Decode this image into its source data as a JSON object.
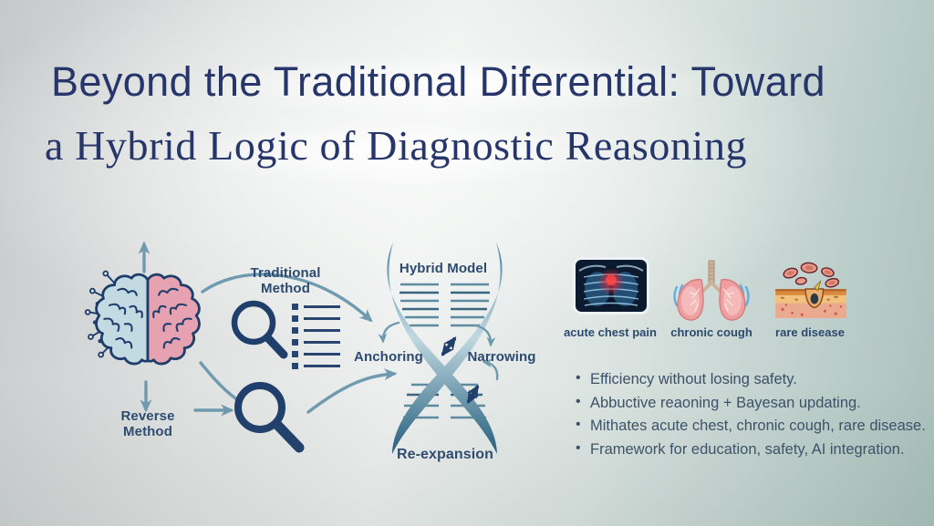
{
  "slide": {
    "title_line1": "Beyond the Traditional Diferential: Toward",
    "title_line2": "a Hybrid Logic of Diagnostic Reasoning"
  },
  "diagram": {
    "traditional_method_label": "Traditional Method",
    "reverse_method_label": "Reverse Method",
    "hybrid_model_label": "Hybrid Model",
    "anchoring_label": "Anchoring",
    "narrowing_label": "Narrowing",
    "reexpansion_label": "Re-expansion",
    "icons": {
      "brain": "half-circuit-half-organic-brain-icon",
      "magnifier_small": "magnifying-glass-with-checklist-icon",
      "magnifier_large": "magnifying-glass-icon",
      "helix": "dna-double-helix-shape"
    }
  },
  "cases": [
    {
      "label": "acute chest pain",
      "icon": "chest-xray-image"
    },
    {
      "label": "chronic cough",
      "icon": "lungs-illustration"
    },
    {
      "label": "rare disease",
      "icon": "skin-cross-section-with-cells-illustration"
    }
  ],
  "bullets": [
    "Efficiency without losing safety.",
    "Abbuctive reaoning + Bayesan updating.",
    "Mithates acute chest, chronic cough, rare disease.",
    "Framework for education, safety, AI integration."
  ],
  "colors": {
    "title_navy": "#26366b",
    "label_navy": "#2c4a70",
    "body_text": "#3b5168",
    "arrow_steel": "#6f9aaf",
    "icon_navy": "#1f3e6b",
    "helix_dark": "#235e7e",
    "helix_light": "#c0d8e0",
    "brain_left_blue": "#c3dae2",
    "brain_right_pink": "#e7a2b2",
    "xray_red": "#ff3333"
  }
}
